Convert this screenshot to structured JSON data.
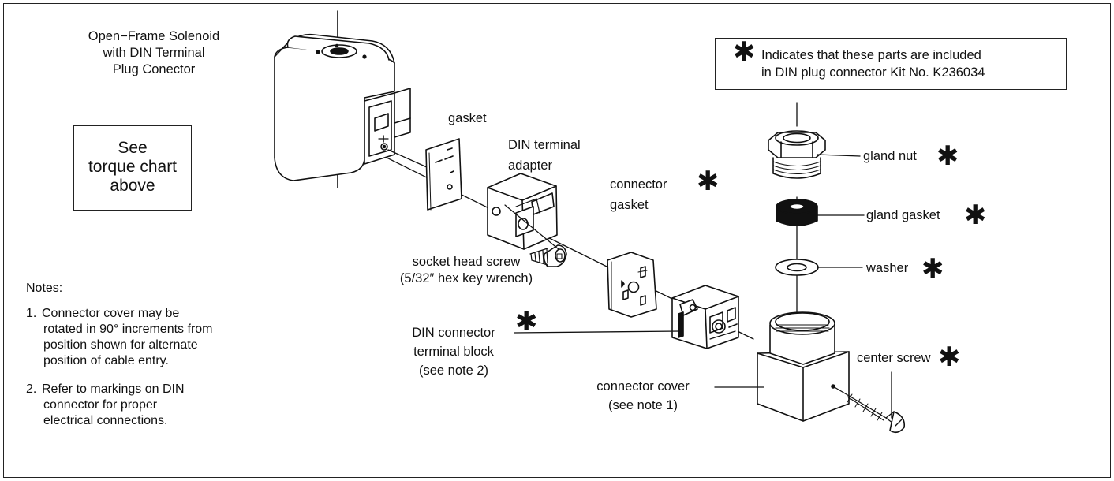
{
  "solenoid_label": [
    "Open−Frame Solenoid",
    "with DIN Terminal",
    "Plug Conector"
  ],
  "torque_box": [
    "See",
    "torque chart",
    "above"
  ],
  "legend": {
    "symbol": "✱",
    "lines": [
      "Indicates that these parts are included",
      "in DIN plug connector Kit No. K236034"
    ]
  },
  "parts": {
    "gasket": [
      "gasket"
    ],
    "din_adapter": [
      "DIN terminal",
      "adapter"
    ],
    "connector_gasket": [
      "connector",
      "gasket"
    ],
    "socket_screw": [
      "socket head screw",
      "(5/32″ hex key wrench)"
    ],
    "terminal_block": [
      "DIN connector",
      "terminal block",
      "(see note 2)"
    ],
    "connector_cover": [
      "connector cover",
      "(see note 1)"
    ],
    "gland_nut": "gland nut",
    "gland_gasket": "gland gasket",
    "washer": "washer",
    "center_screw": "center screw"
  },
  "notes": {
    "heading": "Notes:",
    "items": [
      {
        "num": "1.",
        "lines": [
          "Connector cover may be",
          "rotated in 90° increments from",
          "position shown for alternate",
          "position of cable entry."
        ]
      },
      {
        "num": "2.",
        "lines": [
          "Refer to markings on DIN",
          "connector for proper",
          "electrical connections."
        ]
      }
    ]
  }
}
